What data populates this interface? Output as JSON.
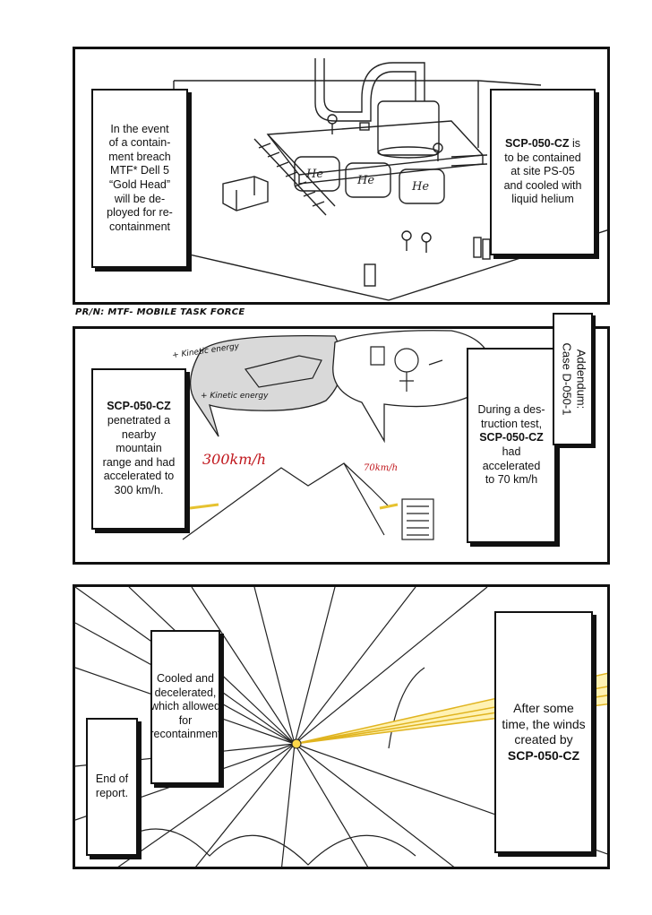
{
  "panel1": {
    "left_box": "In the event\nof a contain-\nment breach\nMTF* Dell 5\n“Gold Head”\nwill be de-\nployed for re-\ncontainment",
    "right_box_bold": "SCP-050-CZ",
    "right_box_rest": " is\nto be contained\nat site PS-05\nand cooled with\nliquid helium",
    "tank_label": "He"
  },
  "footnote": "PR/N: MTF- MOBILE TASK FORCE",
  "addendum": "Addendum:\nCase D-050-1",
  "panel2": {
    "left_box_bold": "SCP-050-CZ",
    "left_box_rest": "penetrated a\nnearby mountain\nrange and had\naccelerated to\n300 km/h.",
    "right_box_pre": "During a des-\ntruction test,",
    "right_box_bold": "SCP-050-CZ",
    "right_box_post": "had accelerated\nto 70 km/h",
    "kinetic_1": "+ Kinetic energy",
    "kinetic_2": "+ Kinetic energy",
    "speed_big": "300km/h",
    "speed_small": "70km/h"
  },
  "panel3": {
    "box_cooled": "Cooled and\ndecelerated,\nwhich allowed\nfor recontainment",
    "box_end": "End of\nreport.",
    "box_winds_pre": "After some\ntime, the winds\ncreated by",
    "box_winds_bold": "SCP-050-CZ"
  }
}
